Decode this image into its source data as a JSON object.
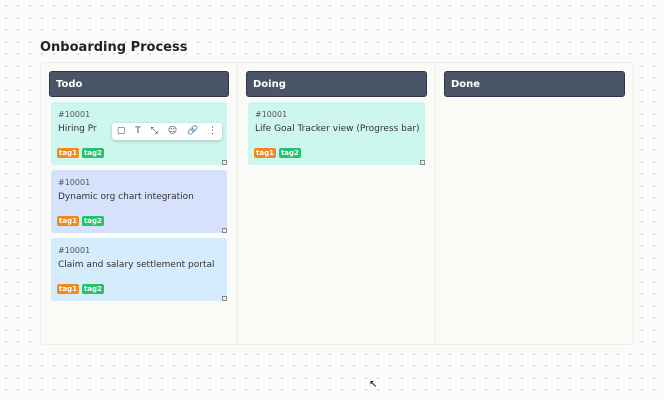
{
  "title": "Onboarding Process",
  "columns": [
    {
      "name": "Todo",
      "cards": [
        {
          "id": "#10001",
          "title": "Hiring Pr",
          "tags": [
            "tag1",
            "tag2"
          ],
          "color": "#cdf6ee"
        },
        {
          "id": "#10001",
          "title": "Dynamic org chart integration",
          "tags": [
            "tag1",
            "tag2"
          ],
          "color": "#d6e1fb"
        },
        {
          "id": "#10001",
          "title": "Claim and salary settlement portal",
          "tags": [
            "tag1",
            "tag2"
          ],
          "color": "#d4ecfb"
        }
      ]
    },
    {
      "name": "Doing",
      "cards": [
        {
          "id": "#10001",
          "title": "Life Goal Tracker view (Progress bar)",
          "tags": [
            "tag1",
            "tag2"
          ],
          "color": "#cdf6ee"
        }
      ]
    },
    {
      "name": "Done",
      "cards": []
    }
  ],
  "tag_colors": {
    "tag1": "#f0891f",
    "tag2": "#22c36b"
  },
  "toolbar": {
    "icons": [
      "sticky-note-icon",
      "text-icon",
      "connector-icon",
      "shape-icon",
      "link-icon",
      "more-icon"
    ],
    "glyphs": [
      "▢",
      "T",
      "⤡",
      "☺",
      "🔗",
      "⋮"
    ]
  }
}
